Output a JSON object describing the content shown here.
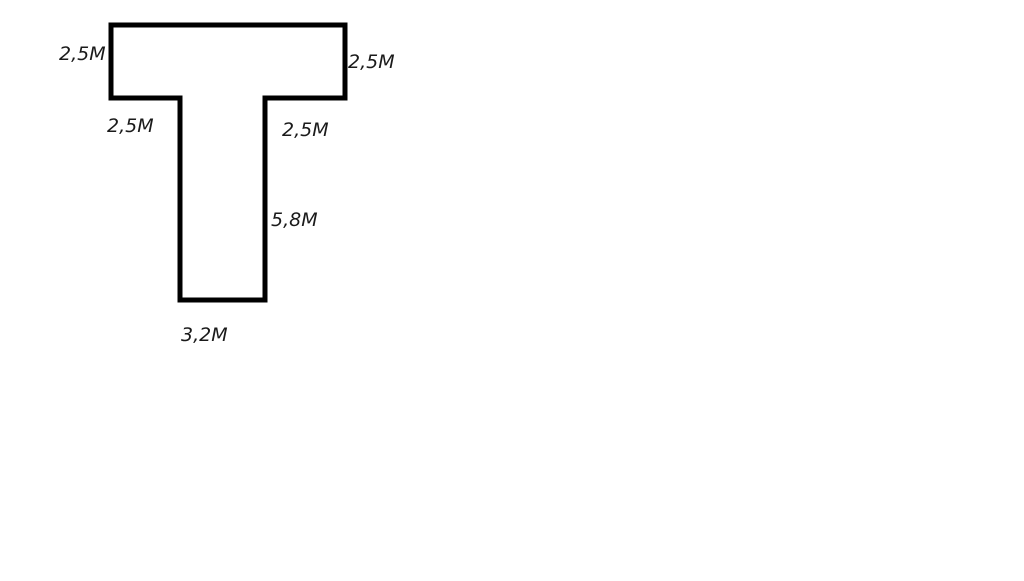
{
  "diagram": {
    "shape": "T-shaped floor plan outline",
    "stroke_color": "#000000",
    "label_color": "#1a1a1a",
    "background": "#ffffff",
    "labels": {
      "top_left_side": "2,5M",
      "top_right_side": "2,5M",
      "left_underside": "2,5M",
      "right_underside": "2,5M",
      "stem_right_side": "5,8M",
      "stem_bottom": "3,2M"
    }
  }
}
